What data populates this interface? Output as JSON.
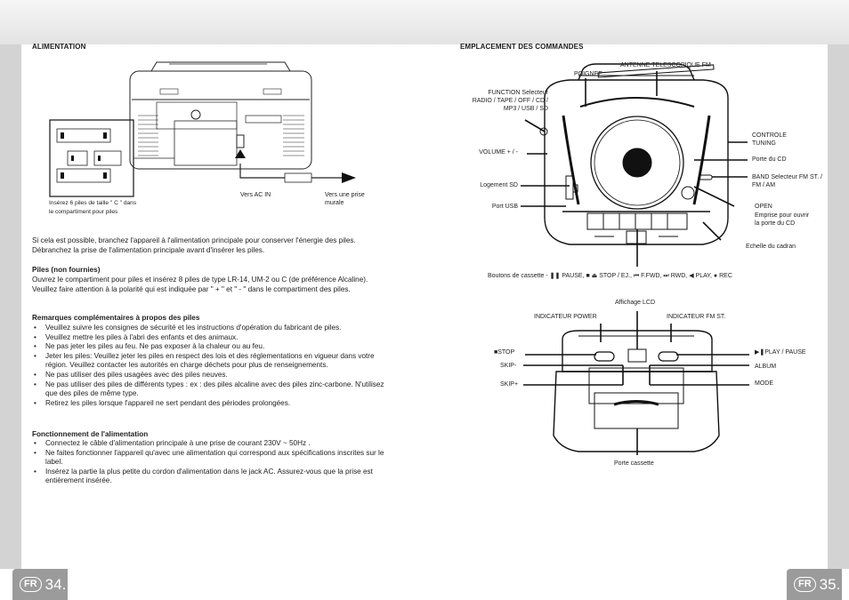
{
  "left": {
    "heading": "ALIMENTATION",
    "batt_caption": "Insérez 6 piles de taille \" C \" dans le compartiment pour piles",
    "vers_ac_in": "Vers AC IN",
    "vers_prise": "Vers une prise murale",
    "intro": "Si cela est possible, branchez l'appareil à l'alimentation principale pour conserver l'énergie des piles. Débranchez la prise de l'alimentation principale avant d'insérer les piles.",
    "piles_title": "Piles (non fournies)",
    "piles_text": "Ouvrez le compartiment pour piles et insérez 8 piles de type LR-14, UM-2 ou C (de préférence Alcaline). Veuillez faire attention à la polarité qui est indiquée par \" + \" et \" - \" dans le compartiment des piles.",
    "remarques_title": "Remarques complémentaires à propos des piles",
    "remarques": [
      "Veuillez suivre les consignes de sécurité et les instructions d'opération du fabricant de piles.",
      "Veuillez mettre les piles à l'abri des enfants et des animaux.",
      "Ne pas jeter les piles au feu. Ne pas exposer à la chaleur ou au feu.",
      "Jeter les piles: Veuillez jeter les piles en respect des lois et des réglementations en vigueur dans votre région. Veuillez contacter les autorités en charge déchets pour plus de renseignements.",
      "Ne pas utiliser des piles usagées avec des piles neuves.",
      "Ne pas utiliser des piles de différents types : ex : des piles alcaline avec des piles zinc-carbone. N'utilisez que des piles de même type.",
      "Retirez les piles lorsque l'appareil ne sert pendant des périodes prolongées."
    ],
    "fonct_title": "Fonctionnement de l'alimentation",
    "fonct": [
      "Connectez le câble d'alimentation principale à une prise de courant 230V ~ 50Hz .",
      "Ne faites fonctionner l'appareil qu'avec une alimentation qui correspond aux spécifications inscrites sur le label.",
      "Insérez la partie la plus petite du cordon d'alimentation dans le jack AC. Assurez-vous que la prise est entièrement insérée."
    ],
    "page_lang": "FR",
    "page_num": "34."
  },
  "right": {
    "heading": "EMPLACEMENT DES COMMANDES",
    "labels": {
      "poignee": "POIGNEE",
      "antenne": "ANTENNE TELESCOPIQUE FM",
      "function": "FUNCTION Selecteur RADIO / TAPE / OFF / CD / MP3 / USB / SD",
      "controle": "CONTROLE TUNING",
      "volume": "VOLUME + / -",
      "porte_cd": "Porte du CD",
      "band": "BAND Selecteur FM ST. / FM / AM",
      "logement_sd": "Logement SD",
      "open": "OPEN",
      "emprise": "Emprise pour ouvrir la porte du CD",
      "port_usb": "Port USB",
      "echelle": "Echelle du cadran",
      "affichage": "Affichage LCD",
      "ind_power": "INDICATEUR POWER",
      "ind_fm": "INDICATEUR FM ST.",
      "stop": "STOP",
      "play_pause": "PLAY / PAUSE",
      "skip_minus": "SKIP-",
      "album": "ALBUM",
      "skip_plus": "SKIP+",
      "mode": "MODE",
      "porte_cassette": "Porte cassette"
    },
    "cassette": {
      "prefix": "Boutons de cassette - ",
      "pause": "PAUSE,",
      "stop_ej": "STOP / EJ.,",
      "ffwd": "F.FWD,",
      "rwd": "RWD,",
      "play": "PLAY,",
      "rec": "REC"
    },
    "page_lang": "FR",
    "page_num": "35."
  },
  "colors": {
    "band": "#e6e6e6",
    "sidebar": "#d3d3d3",
    "tab": "#9b9b9b",
    "ink": "#1a1a1a"
  },
  "icons": [
    "power-plug-icon",
    "arrow-up-icon",
    "pause-icon",
    "stop-icon",
    "eject-icon",
    "rewind-skip-icon",
    "ffwd-skip-icon",
    "play-icon",
    "rec-icon",
    "play-pause-icon"
  ]
}
